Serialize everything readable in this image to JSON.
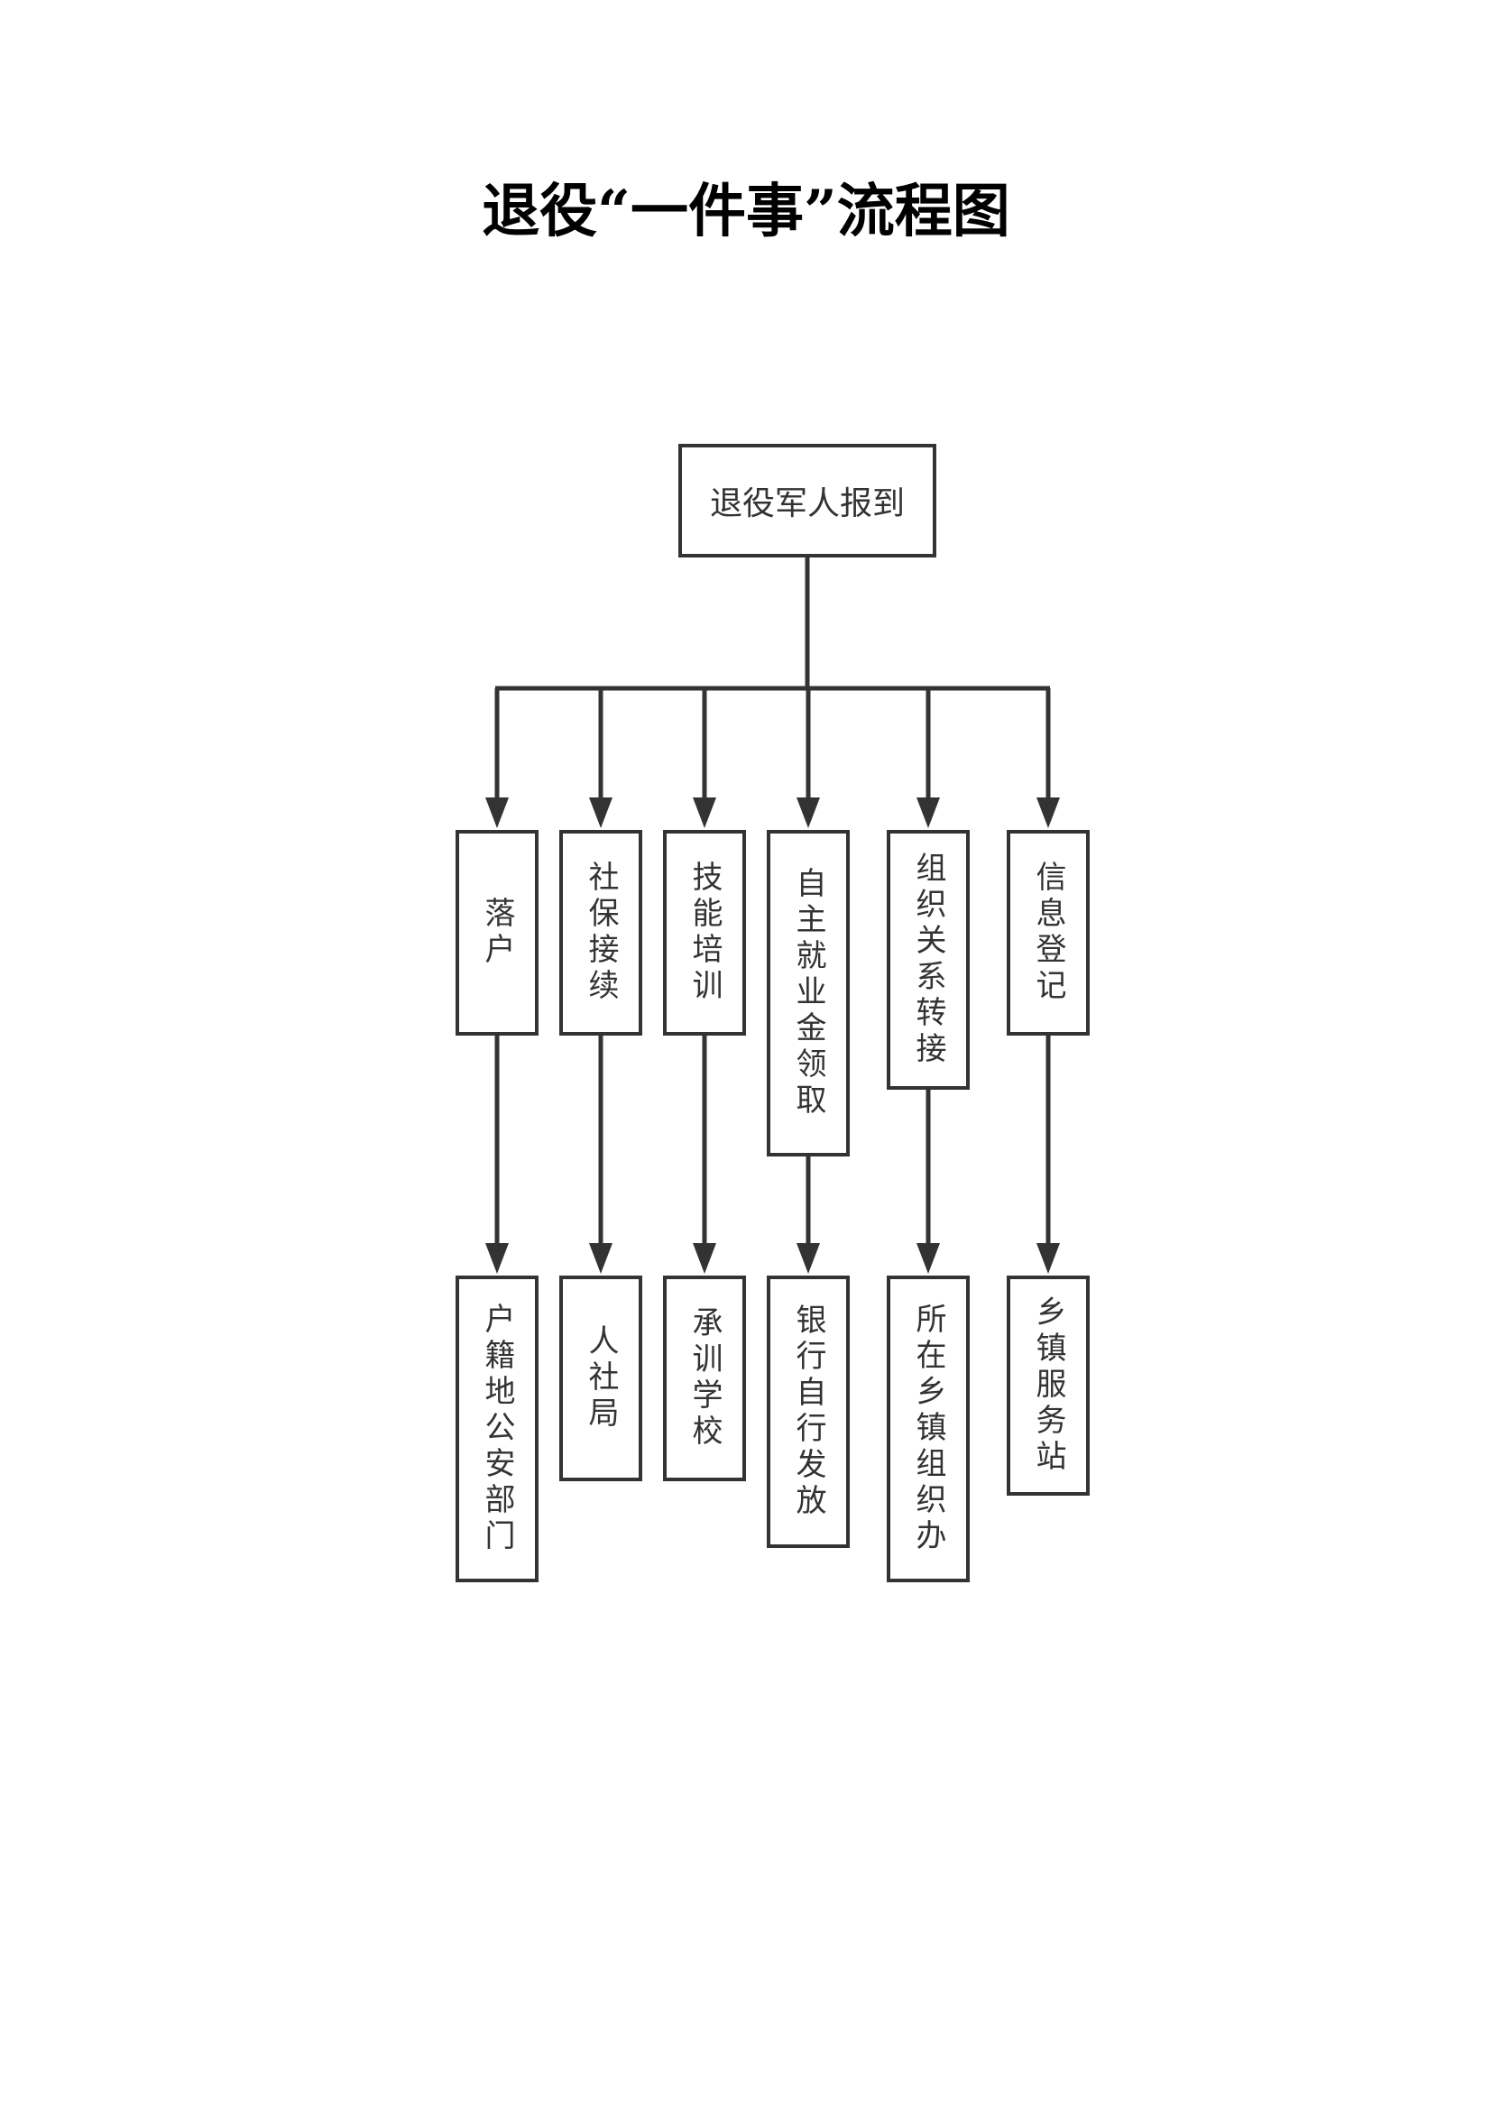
{
  "title": "退役“一件事”流程图",
  "root": {
    "label": "退役军人报到"
  },
  "branches": [
    {
      "item": "落户",
      "agency": "户籍地公安部门"
    },
    {
      "item": "社保接续",
      "agency": "人社局"
    },
    {
      "item": "技能培训",
      "agency": "承训学校"
    },
    {
      "item": "自主就业金领取",
      "agency": "银行自行发放"
    },
    {
      "item": "组织关系转接",
      "agency": "所在乡镇组织办"
    },
    {
      "item": "信息登记",
      "agency": "乡镇服务站"
    }
  ],
  "colors": {
    "line": "#333333",
    "text": "#333333",
    "title": "#000000"
  }
}
